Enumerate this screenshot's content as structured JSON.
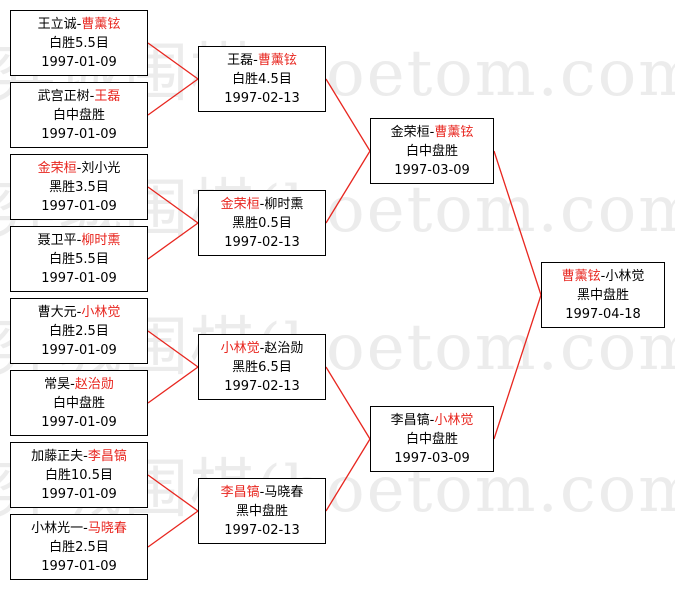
{
  "colors": {
    "winner": "#e8261f",
    "connector": "#e8261f",
    "border": "#000000"
  },
  "watermark": {
    "left_text": "囲棋",
    "lines": [
      "弈城围棋(hoetom.com)",
      "弈城围棋(hoetom.com)",
      "弈城围棋(hoetom.com)",
      "弈城围棋(hoetom.com)"
    ]
  },
  "matches": [
    {
      "p1": "王立诚",
      "sep": "-",
      "p2": "曹薰铉",
      "win": "p2",
      "result": "白胜5.5目",
      "date": "1997-01-09"
    },
    {
      "p1": "武宫正树",
      "sep": "-",
      "p2": "王磊",
      "win": "p2",
      "result": "白中盘胜",
      "date": "1997-01-09"
    },
    {
      "p1": "金荣桓",
      "sep": "-",
      "p2": "刘小光",
      "win": "p1",
      "result": "黑胜3.5目",
      "date": "1997-01-09"
    },
    {
      "p1": "聂卫平",
      "sep": "-",
      "p2": "柳时熏",
      "win": "p2",
      "result": "白胜5.5目",
      "date": "1997-01-09"
    },
    {
      "p1": "曹大元",
      "sep": "-",
      "p2": "小林觉",
      "win": "p2",
      "result": "白胜2.5目",
      "date": "1997-01-09"
    },
    {
      "p1": "常昊",
      "sep": "-",
      "p2": "赵治勋",
      "win": "p2",
      "result": "白中盘胜",
      "date": "1997-01-09"
    },
    {
      "p1": "加藤正夫",
      "sep": "-",
      "p2": "李昌镐",
      "win": "p2",
      "result": "白胜10.5目",
      "date": "1997-01-09"
    },
    {
      "p1": "小林光一",
      "sep": "-",
      "p2": "马晓春",
      "win": "p2",
      "result": "白胜2.5目",
      "date": "1997-01-09"
    },
    {
      "p1": "王磊",
      "sep": "-",
      "p2": "曹薰铉",
      "win": "p2",
      "result": "白胜4.5目",
      "date": "1997-02-13"
    },
    {
      "p1": "金荣桓",
      "sep": "-",
      "p2": "柳时熏",
      "win": "p1",
      "result": "黑胜0.5目",
      "date": "1997-02-13"
    },
    {
      "p1": "小林觉",
      "sep": "-",
      "p2": "赵治勋",
      "win": "p1",
      "result": "黑胜6.5目",
      "date": "1997-02-13"
    },
    {
      "p1": "李昌镐",
      "sep": "-",
      "p2": "马晓春",
      "win": "p1",
      "result": "黑中盘胜",
      "date": "1997-02-13"
    },
    {
      "p1": "金荣桓",
      "sep": "-",
      "p2": "曹薰铉",
      "win": "p2",
      "result": "白中盘胜",
      "date": "1997-03-09"
    },
    {
      "p1": "李昌镐",
      "sep": "-",
      "p2": "小林觉",
      "win": "p2",
      "result": "白中盘胜",
      "date": "1997-03-09"
    },
    {
      "p1": "曹薰铉",
      "sep": "-",
      "p2": "小林觉",
      "win": "p1",
      "result": "黑中盘胜",
      "date": "1997-04-18"
    }
  ]
}
